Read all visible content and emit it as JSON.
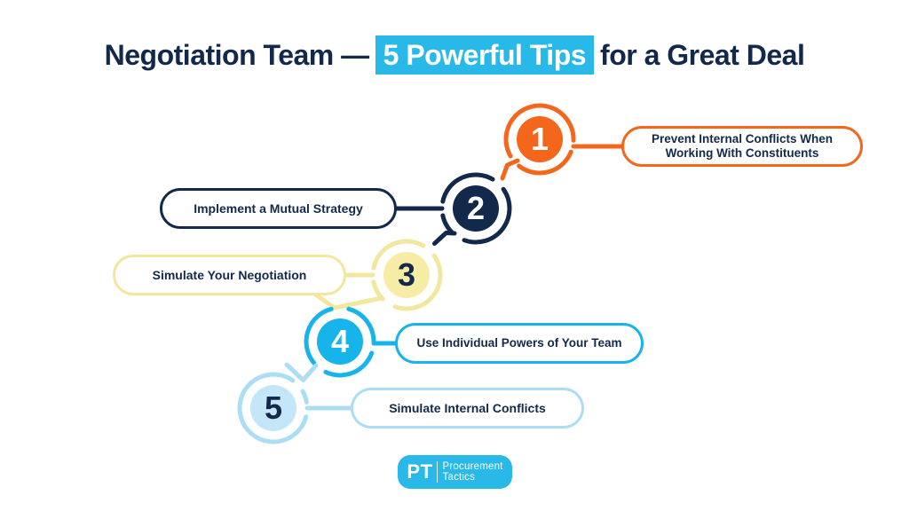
{
  "title": {
    "pre": "Negotiation Team —",
    "highlight": "5 Powerful Tips",
    "post": "for a Great Deal"
  },
  "steps": [
    {
      "number": "1",
      "label": "Prevent Internal Conflicts When Working With Constituents",
      "color": "#F4661C"
    },
    {
      "number": "2",
      "label": "Implement a Mutual Strategy",
      "color": "#13294B"
    },
    {
      "number": "3",
      "label": "Simulate Your Negotiation",
      "color": "#F7ECA5"
    },
    {
      "number": "4",
      "label": "Use Individual Powers of Your Team",
      "color": "#17B4EB"
    },
    {
      "number": "5",
      "label": "Simulate Internal Conflicts",
      "color": "#C3E6F8"
    }
  ],
  "logo": {
    "abbr": "PT",
    "line1": "Procurement",
    "line2": "Tactics"
  },
  "colors": {
    "title_text": "#13294B",
    "highlight_bg": "#29B9E8",
    "highlight_text": "#ffffff",
    "orange": "#F4661C",
    "navy": "#13294B",
    "yellow_fill": "#F7ECA5",
    "yellow_border": "#F3E69E",
    "cyan": "#17B4EB",
    "light_blue_fill": "#C3E6F8",
    "light_blue_border": "#ABDDF5",
    "background": "#ffffff"
  }
}
